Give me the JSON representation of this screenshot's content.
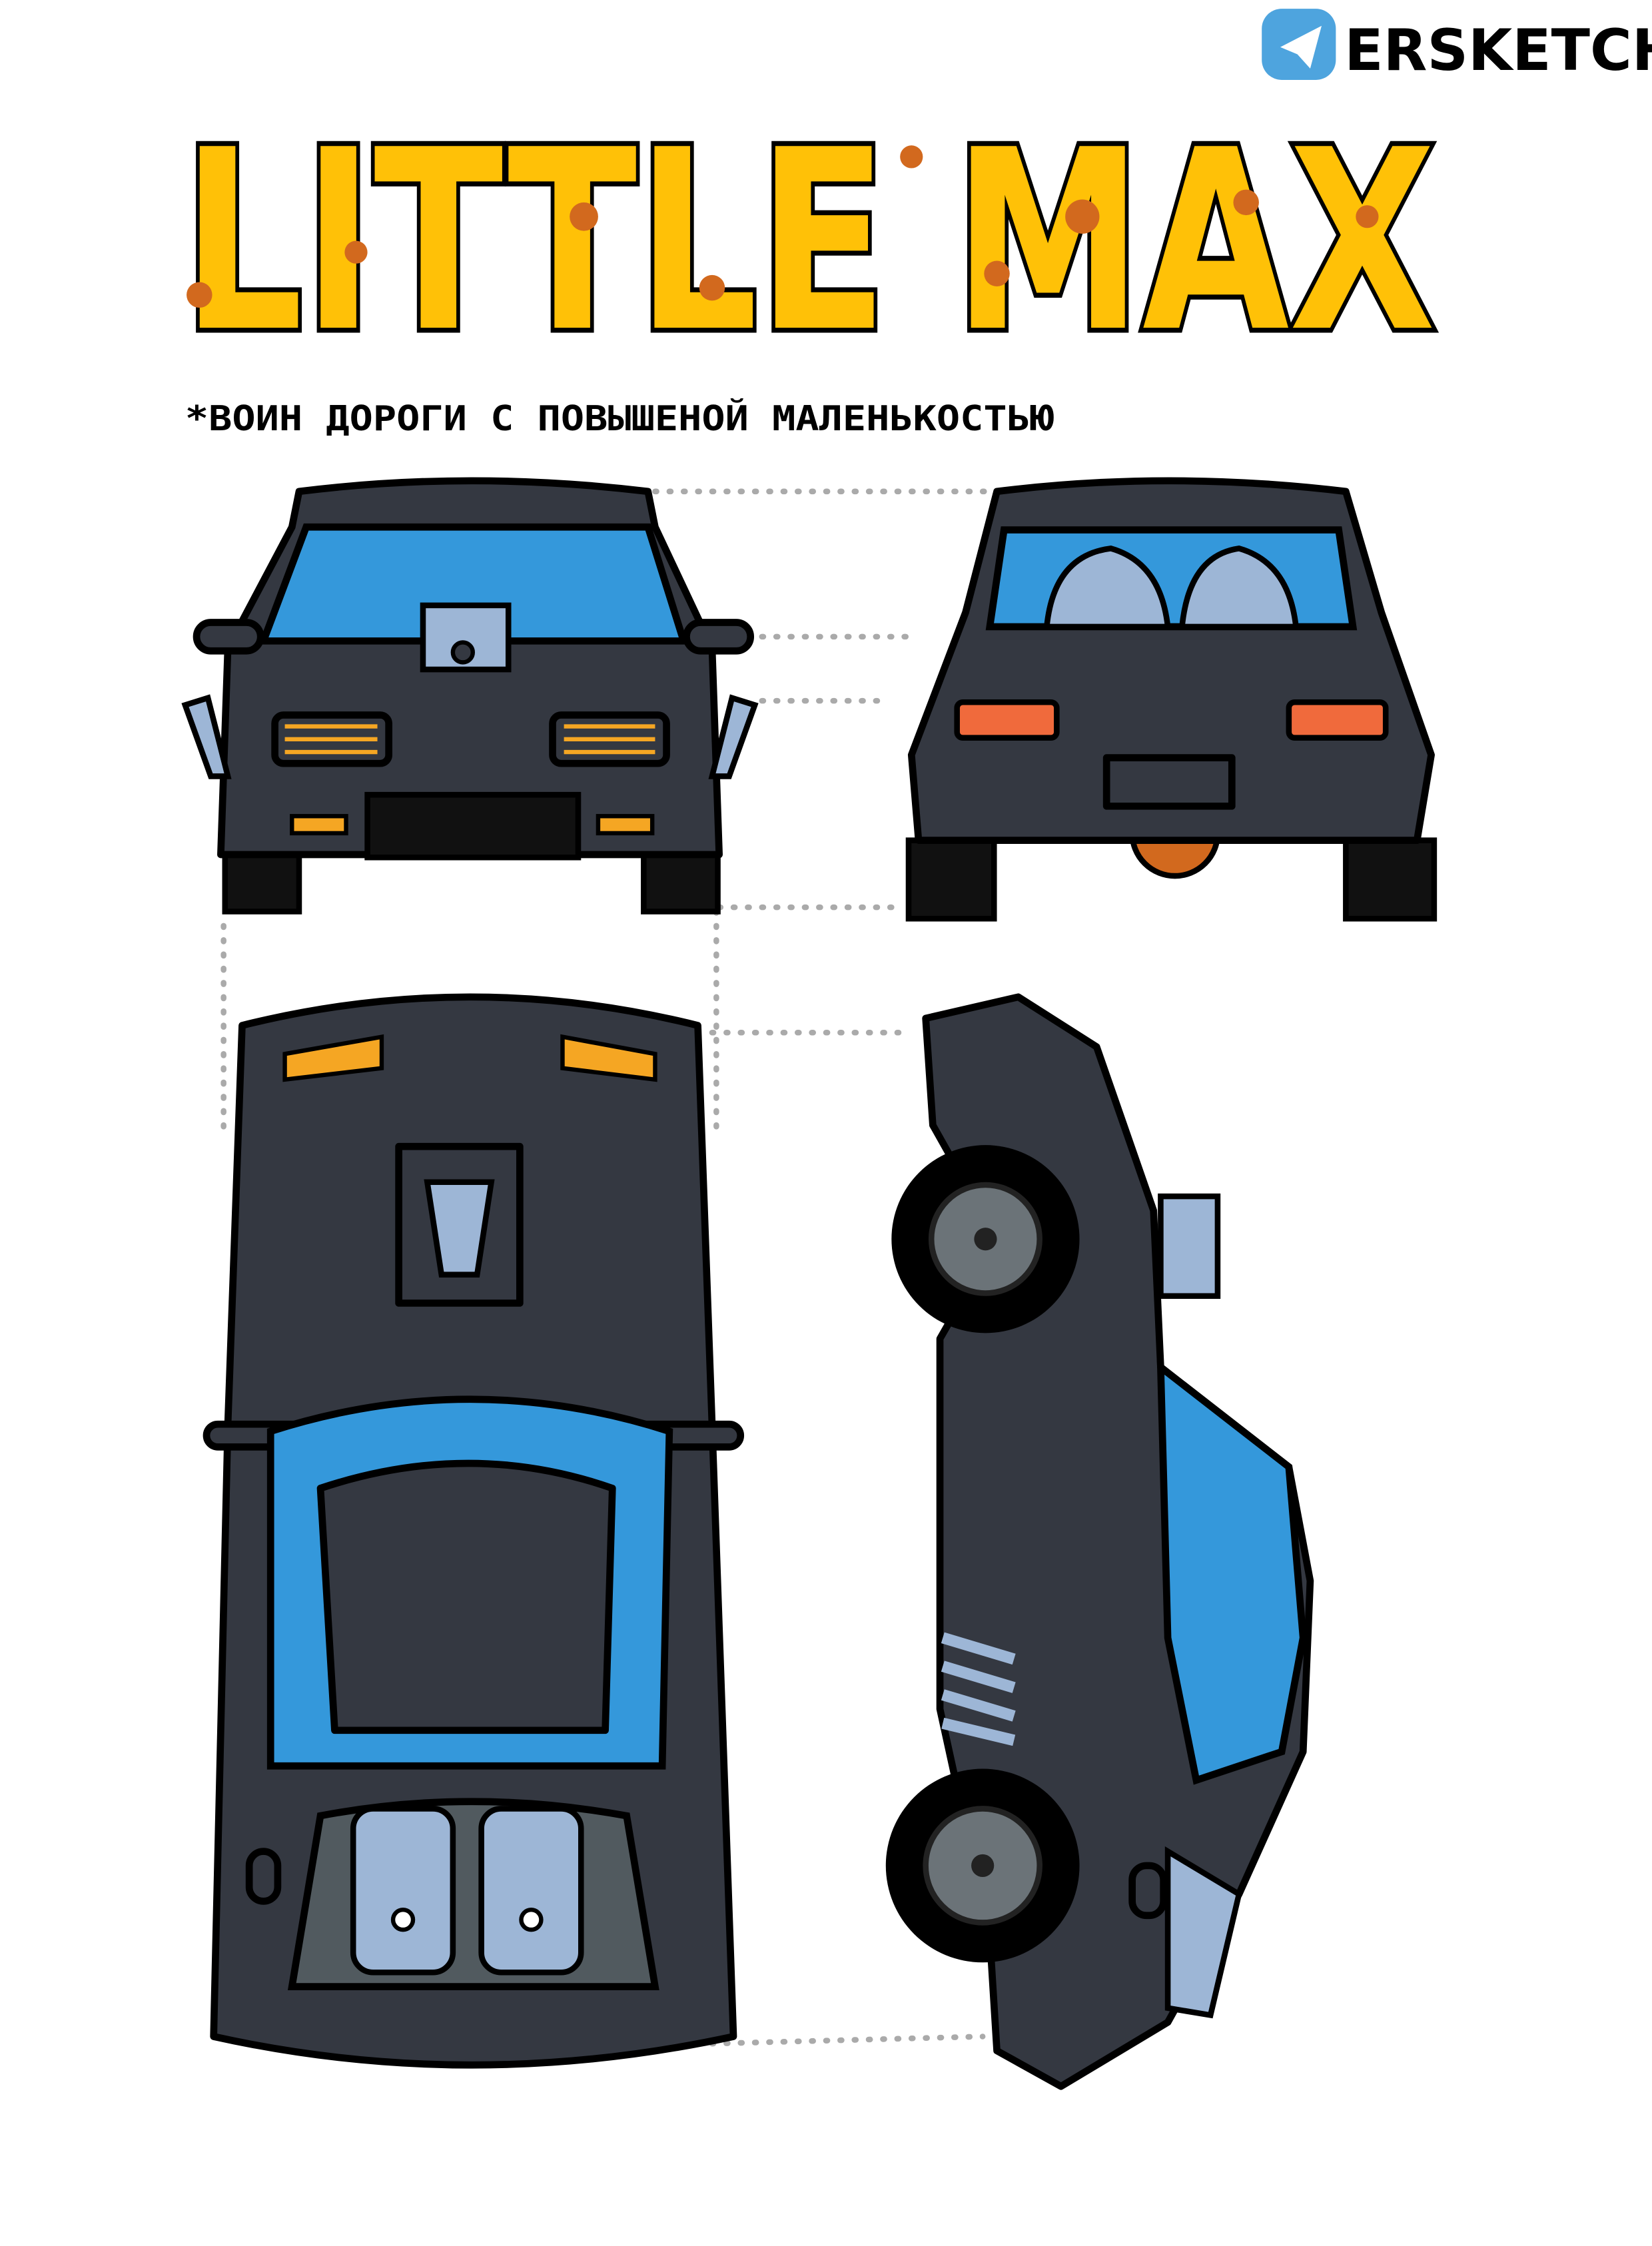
{
  "brand": {
    "name": "ERSKETCH",
    "icon": "telegram-icon",
    "icon_color": "#4ea4de"
  },
  "title": "LITTLE MAX",
  "subtitle": "*ВОИН ДОРОГИ С  ПОВЫШЕНОЙ МАЛЕНЬКОСТЬЮ",
  "colors": {
    "title": "#ffc107",
    "rust": "#d2691e",
    "body": "#343841",
    "glass": "#3498db",
    "tank": "#9db6d6",
    "taillight": "#f06a3c",
    "indicator": "#f5a623"
  },
  "views": [
    "front-view",
    "rear-view",
    "top-view",
    "side-view"
  ]
}
